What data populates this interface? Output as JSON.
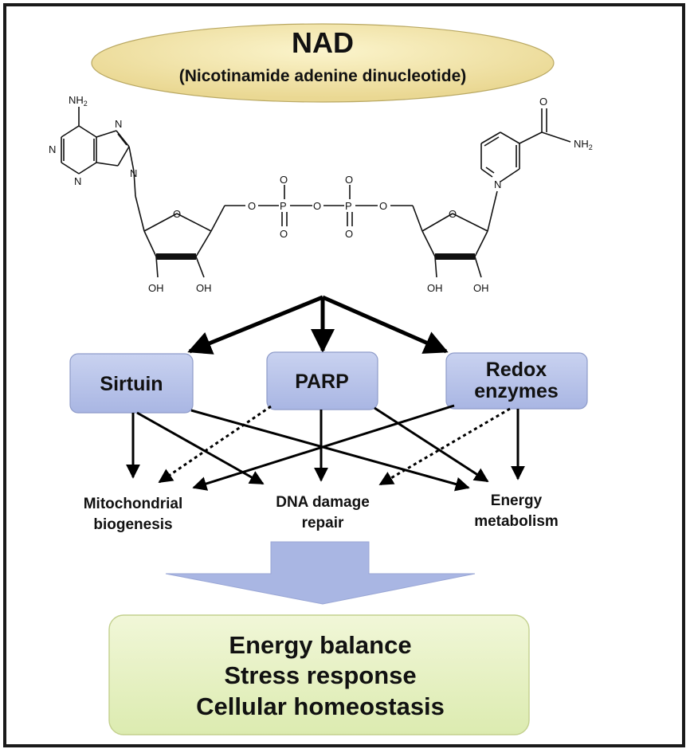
{
  "title": {
    "main": "NAD",
    "subtitle": "(Nicotinamide adenine dinucleotide)"
  },
  "molecule": {
    "adenine_amine": "NH",
    "amine_subscript": "2",
    "nicotinamide_amine": "NH",
    "ring_n": "N",
    "ring_n_plus": "N",
    "oxygen": "O",
    "phosphorus": "P",
    "o_minus": "O",
    "hydroxyl": "OH"
  },
  "enzymes": [
    {
      "label": "Sirtuin"
    },
    {
      "label": "PARP"
    },
    {
      "label_line1": "Redox",
      "label_line2": "enzymes"
    }
  ],
  "processes": [
    {
      "line1": "Mitochondrial",
      "line2": "biogenesis"
    },
    {
      "line1": "DNA damage",
      "line2": "repair"
    },
    {
      "line1": "Energy",
      "line2": "metabolism"
    }
  ],
  "outcomes": [
    "Energy balance",
    "Stress response",
    "Cellular homeostasis"
  ],
  "colors": {
    "title_ellipse": "#f2e6a6",
    "enzyme_box": "#b8c4ea",
    "enzyme_text": "#c0272d",
    "down_arrow": "#a9b6e3",
    "outcome_box": "#e8f2c4"
  }
}
